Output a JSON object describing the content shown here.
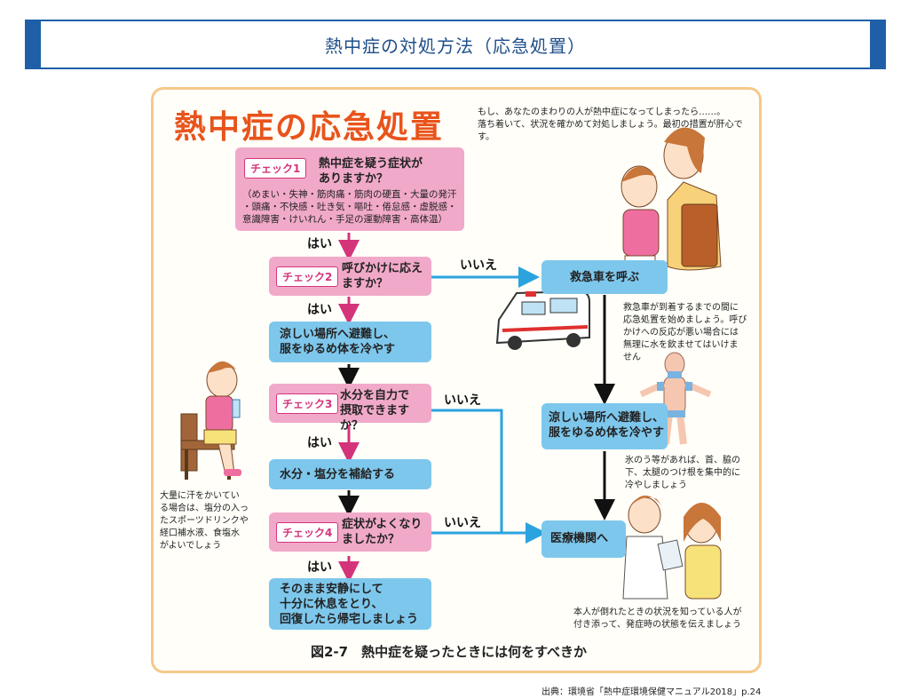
{
  "header": {
    "title": "熱中症の対処方法（応急処置）"
  },
  "figure": {
    "title": "熱中症の応急処置",
    "intro": [
      "もし、あなたのまわりの人が熱中症になってしまったら……。",
      "落ち着いて、状況を確かめて対処しましょう。最初の措置が肝心です。"
    ],
    "check1": {
      "tag": "チェック1",
      "question": [
        "熱中症を疑う症状が",
        "ありますか？"
      ],
      "symptoms": [
        "（めまい・失神・筋肉痛・筋肉の硬直・大量の発汗",
        "・頭痛・不快感・吐き気・嘔吐・倦怠感・虚脱感・",
        "意識障害・けいれん・手足の運動障害・高体温）"
      ]
    },
    "check2": {
      "tag": "チェック2",
      "question": [
        "呼びかけに応え",
        "ますか？"
      ]
    },
    "step_cool": [
      "涼しい場所へ避難し、",
      "服をゆるめ体を冷やす"
    ],
    "check3": {
      "tag": "チェック3",
      "question": [
        "水分を自力で",
        "摂取できますか？"
      ]
    },
    "step_water": "水分・塩分を補給する",
    "check4": {
      "tag": "チェック4",
      "question": [
        "症状がよくなり",
        "ましたか？"
      ]
    },
    "step_rest": [
      "そのまま安静にして",
      "十分に休息をとり、",
      "回復したら帰宅しましょう"
    ],
    "yes": "はい",
    "no": "いいえ",
    "ambulance": "救急車を呼ぶ",
    "step_cool2": [
      "涼しい場所へ避難し、",
      "服をゆるめ体を冷やす"
    ],
    "hospital": "医療機関へ",
    "note_ambulance": [
      "救急車が到着するまでの間に",
      "応急処置を始めましょう。呼び",
      "かけへの反応が悪い場合には",
      "無理に水を飲ませてはいけま",
      "せん"
    ],
    "note_ice": [
      "氷のう等があれば、首、脇の",
      "下、太腿のつけ根を集中的に",
      "冷やしましょう"
    ],
    "note_sweat": [
      "大量に汗をかいてい",
      "る場合は、塩分の入っ",
      "たスポーツドリンクや",
      "経口補水液、食塩水",
      "がよいでしょう"
    ],
    "note_hospital": [
      "本人が倒れたときの状況を知っている人が",
      "付き添って、発症時の状態を伝えましょう"
    ],
    "caption": "図2-7　熱中症を疑ったときには何をすべきか"
  },
  "source": "出典：環境省「熱中症環境保健マニュアル2018」p.24",
  "colors": {
    "brand_blue": "#1f5fa8",
    "title_orange": "#e8541c",
    "pink_box": "#f1a9c9",
    "blue_box": "#7ec7ec",
    "arrow_pink": "#d4347a",
    "arrow_blue": "#2aa3df"
  }
}
